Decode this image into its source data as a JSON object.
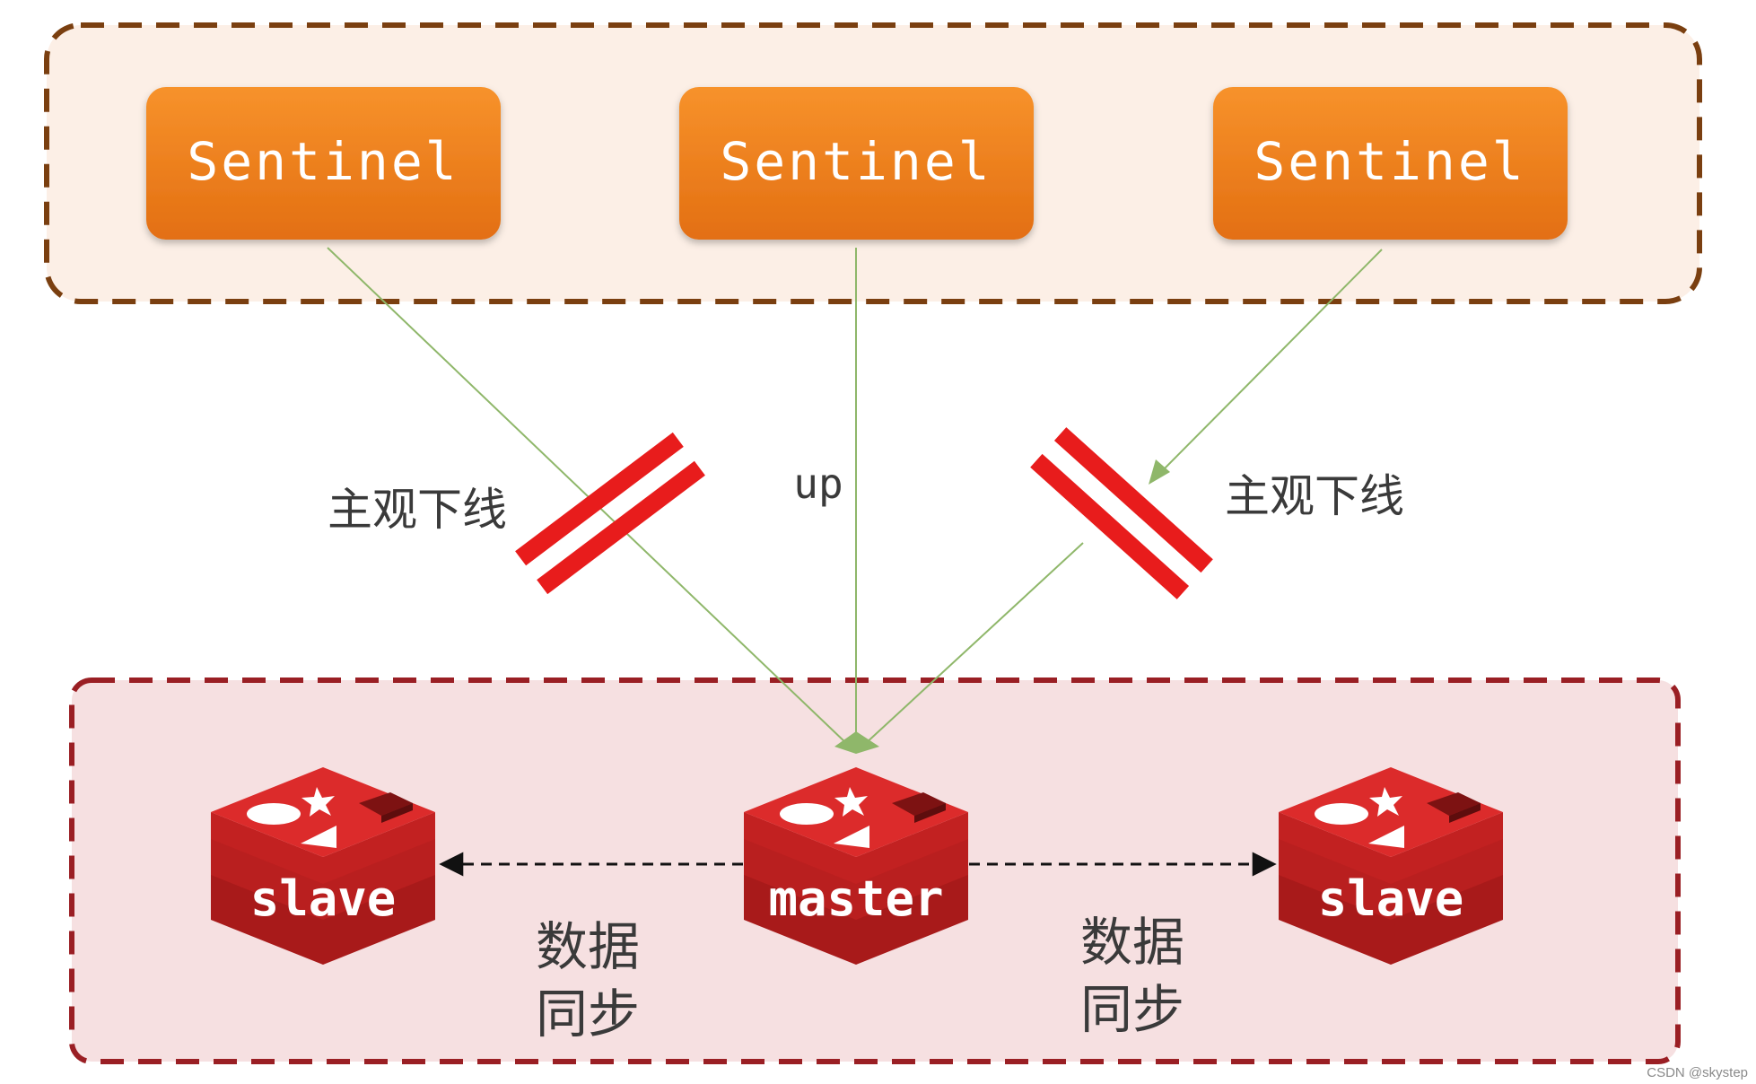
{
  "sentinel_group": {
    "nodes": [
      {
        "label": "Sentinel"
      },
      {
        "label": "Sentinel"
      },
      {
        "label": "Sentinel"
      }
    ]
  },
  "links": [
    {
      "from": "sentinel-left",
      "to": "master",
      "label": "主观下线",
      "state": "down"
    },
    {
      "from": "sentinel-middle",
      "to": "master",
      "label": "up",
      "state": "up"
    },
    {
      "from": "sentinel-right",
      "to": "master",
      "label": "主观下线",
      "state": "down"
    }
  ],
  "redis_group": {
    "nodes": [
      {
        "label": "slave",
        "role": "slave"
      },
      {
        "label": "master",
        "role": "master"
      },
      {
        "label": "slave",
        "role": "slave"
      }
    ],
    "sync": [
      {
        "line1": "数据",
        "line2": "同步"
      },
      {
        "line1": "数据",
        "line2": "同步"
      }
    ]
  },
  "watermark": "CSDN @skystep",
  "colors": {
    "sentinel_box_top": "#f7922b",
    "sentinel_box_bottom": "#e36f12",
    "sentinel_group_fill": "#fcefe6",
    "sentinel_group_border": "#7a3f10",
    "redis_group_fill": "#f6e0e1",
    "redis_group_border": "#9a1f24",
    "redis_red": "#d42727",
    "redis_dark": "#a81a1a",
    "link_line": "#8fb76a",
    "cut_mark": "#e81c1c",
    "label_text": "#3a3a3a"
  }
}
